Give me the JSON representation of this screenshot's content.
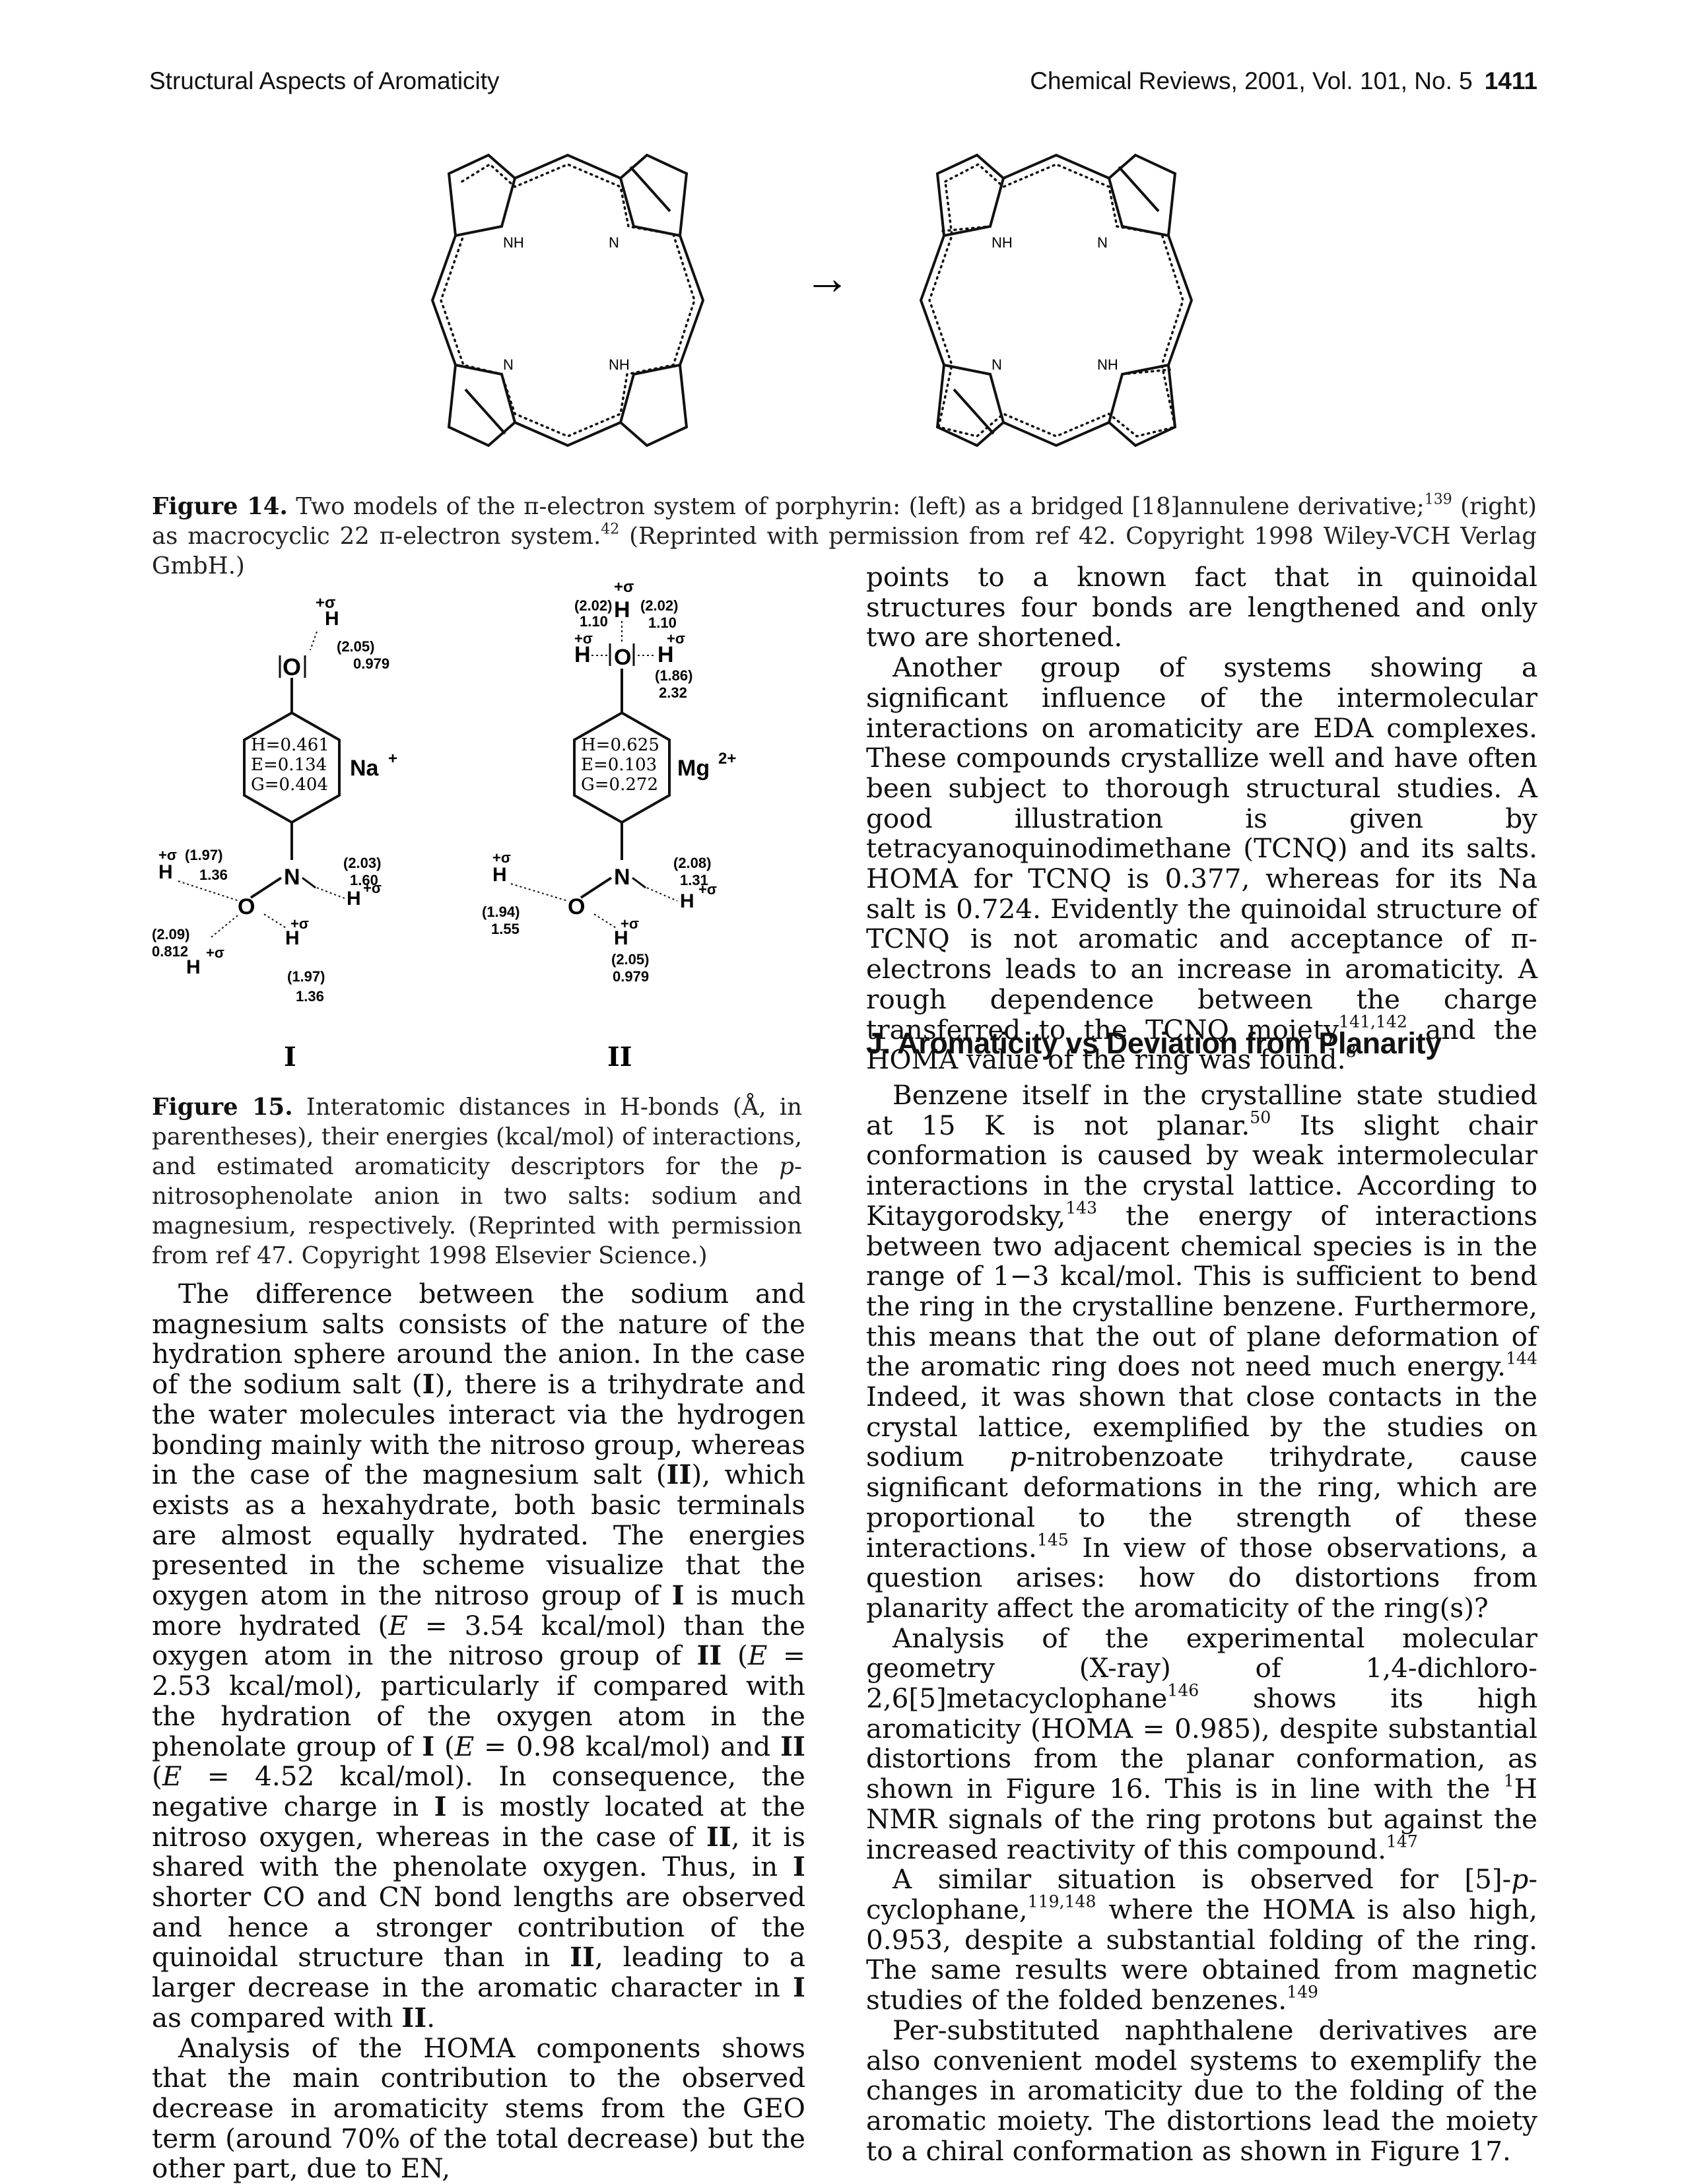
{
  "header": {
    "left": "Structural Aspects of Aromaticity",
    "right": "Chemical Reviews, 2001, Vol. 101, No. 5",
    "page": "1411"
  },
  "figure14": {
    "arrow": "→",
    "nh_label": "NH",
    "n_label": "N",
    "caption_label": "Figure 14.",
    "caption_1": " Two models of the π-electron system of porphyrin: (left) as a bridged [18]annulene derivative;",
    "caption_ref1": "139",
    "caption_2": " (right) as macrocyclic 22 π-electron system.",
    "caption_ref2": "42",
    "caption_3": " (Reprinted with permission from ref 42. Copyright 1998 Wiley-VCH Verlag GmbH.)"
  },
  "figure15": {
    "I": {
      "roman": "I",
      "sigma": "+σ",
      "h": "H",
      "o_label": "O",
      "na": "Na",
      "na_charge": "+",
      "top_pair": [
        "(2.05)",
        "0.979"
      ],
      "box": [
        "H=0.461",
        "E=0.134",
        "G=0.404"
      ],
      "n_label": "N",
      "left_pair": [
        "(1.97)",
        "1.36"
      ],
      "right_pair": [
        "(2.03)",
        "1.60"
      ],
      "phen_pair": [
        "(2.09)",
        "0.812"
      ],
      "bottom_pair": [
        "(1.97)",
        "1.36"
      ]
    },
    "II": {
      "roman": "II",
      "sigma": "+σ",
      "h": "H",
      "o_label": "O",
      "mg": "Mg",
      "mg_charge": "2+",
      "top_left_pair": [
        "(2.02)",
        "1.10"
      ],
      "top_right_pair": [
        "(2.02)",
        "1.10"
      ],
      "mid_pair": [
        "(1.86)",
        "2.32"
      ],
      "box": [
        "H=0.625",
        "E=0.103",
        "G=0.272"
      ],
      "n_label": "N",
      "left_pair": [
        "(1.94)",
        "1.55"
      ],
      "right_pair": [
        "(2.08)",
        "1.31"
      ],
      "bottom_pair": [
        "(2.05)",
        "0.979"
      ]
    },
    "caption_label": "Figure 15.",
    "caption_1": " Interatomic distances in H-bonds (Å, in parentheses), their energies (kcal/mol) of interactions, and estimated aromaticity descriptors for the ",
    "caption_p": "p",
    "caption_2": "-nitrosophenolate anion in two salts: sodium and magnesium, respectively. (Reprinted with permission from ref 47. Copyright 1998 Elsevier Science.)"
  },
  "left_column": {
    "p1_a": "The difference between the sodium and magnesium salts consists of the nature of the hydration sphere around the anion. In the case of the sodium salt (",
    "p1_b": "I",
    "p1_c": "), there is a trihydrate and the water molecules interact via the hydrogen bonding mainly with the nitroso group, whereas in the case of the magnesium salt (",
    "p1_d": "II",
    "p1_e": "), which exists as a hexahydrate, both basic terminals are almost equally hydrated. The energies presented in the scheme visualize that the oxygen atom in the nitroso group of ",
    "p1_f": "I",
    "p1_g": " is much more hydrated (",
    "p1_h": "E",
    "p1_i": " = 3.54 kcal/mol) than the oxygen atom in the nitroso group of ",
    "p1_j": "II",
    "p1_k": " (",
    "p1_l": "E",
    "p1_m": " = 2.53 kcal/mol), particularly if compared with the hydration of the oxygen atom in the phenolate group of ",
    "p1_n": "I",
    "p1_o": " (",
    "p1_p": "E",
    "p1_q": " = 0.98 kcal/mol) and ",
    "p1_r": "II",
    "p1_s": " (",
    "p1_t": "E",
    "p1_u": " = 4.52 kcal/mol). In consequence, the negative charge in ",
    "p1_v": "I",
    "p1_w": " is mostly located at the nitroso oxygen, whereas in the case of ",
    "p1_x": "II",
    "p1_y": ", it is shared with the phenolate oxygen. Thus, in ",
    "p1_z": "I",
    "p1_aa": " shorter CO and CN bond lengths are observed and hence a stronger contribution of the quinoidal structure than in ",
    "p1_ab": "II",
    "p1_ac": ", leading to a larger decrease in the aromatic character in ",
    "p1_ad": "I",
    "p1_ae": " as compared with ",
    "p1_af": "II",
    "p1_ag": ".",
    "p2": "Analysis of the HOMA components shows that the main contribution to the observed decrease in aromaticity stems from the GEO term (around 70% of the total decrease) but the other part, due to EN,"
  },
  "right_column": {
    "p1": "points to a known fact that in quinoidal structures four bonds are lengthened and only two are shortened.",
    "p2_a": "Another group of systems showing a significant influence of the intermolecular interactions on aromaticity are EDA complexes. These compounds crystallize well and have often been subject to thorough structural studies. A good illustration is given by tetracyanoquinodimethane (TCNQ) and its salts. HOMA for TCNQ is 0.377, whereas for its Na salt is 0.724. Evidently the quinoidal structure of TCNQ is not aromatic and acceptance of π-electrons leads to an increase in aromaticity. A rough dependence between the charge transferred to the TCNQ moiety",
    "p2_ref": "141,142",
    "p2_b": " and the HOMA value of the ring was found.",
    "p2_ref2": "8",
    "heading": "J. Aromaticity vs Deviation from Planarity",
    "p3_a": "Benzene itself in the crystalline state studied at 15 K is not planar.",
    "p3_r1": "50",
    "p3_b": " Its slight chair conformation is caused by weak intermolecular interactions in the crystal lattice. According to Kitaygorodsky,",
    "p3_r2": "143",
    "p3_c": " the energy of interactions between two adjacent chemical species is in the range of 1−3 kcal/mol. This is sufficient to bend the ring in the crystalline benzene. Furthermore, this means that the out of plane deformation of the aromatic ring does not need much energy.",
    "p3_r3": "144",
    "p3_d": " Indeed, it was shown that close contacts in the crystal lattice, exemplified by the studies on sodium ",
    "p3_p": "p",
    "p3_e": "-nitrobenzoate trihydrate, cause significant deformations in the ring, which are proportional to the strength of these interactions.",
    "p3_r4": "145",
    "p3_f": " In view of those observations, a question arises: how do distortions from planarity affect the aromaticity of the ring(s)?",
    "p4_a": "Analysis of the experimental molecular geometry (X-ray) of 1,4-dichloro-2,6[5]metacyclophane",
    "p4_r1": "146",
    "p4_b": " shows its high aromaticity (HOMA = 0.985), despite substantial distortions from the planar conformation, as shown in Figure 16. This is in line with the ",
    "p4_sup1": "1",
    "p4_c": "H NMR signals of the ring protons but against the increased reactivity of this compound.",
    "p4_r2": "147",
    "p5_a": "A similar situation is observed for [5]-",
    "p5_p": "p",
    "p5_b": "-cyclophane,",
    "p5_r1": "119,148",
    "p5_c": " where the HOMA is also high, 0.953, despite a substantial folding of the ring. The same results were obtained from magnetic studies of the folded benzenes.",
    "p5_r2": "149",
    "p6": "Per-substituted naphthalene derivatives are also convenient model systems to exemplify the changes in aromaticity due to the folding of the aromatic moiety. The distortions lead the moiety to a chiral conformation as shown in Figure 17."
  }
}
